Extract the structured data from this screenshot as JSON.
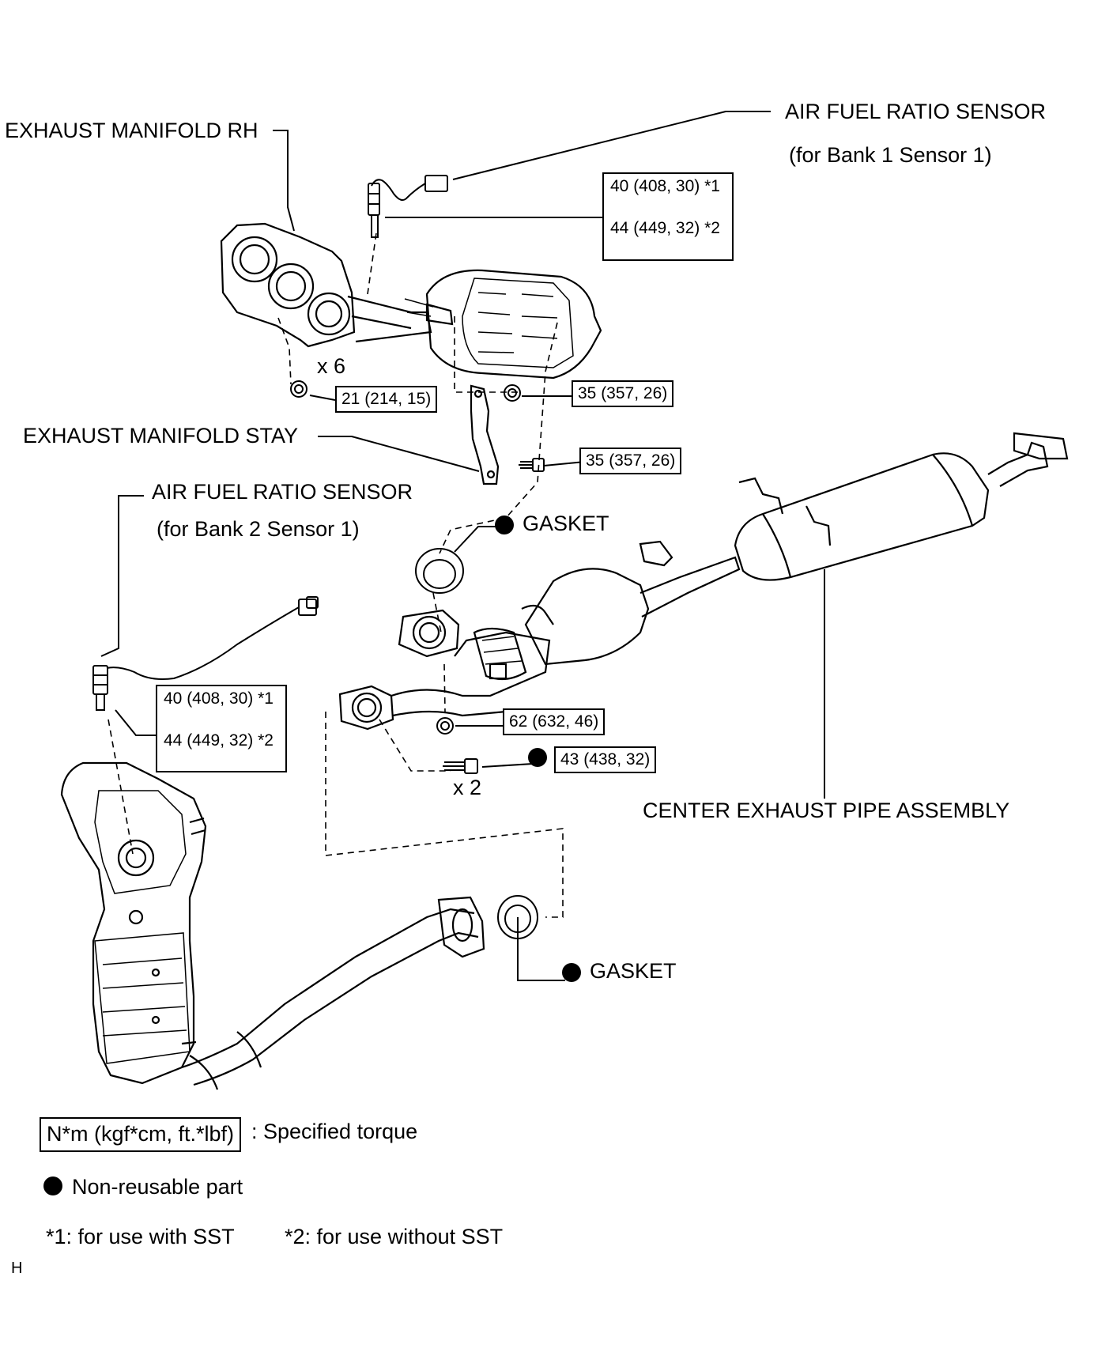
{
  "labels": {
    "exhaust_manifold_rh": "EXHAUST MANIFOLD RH",
    "af_sensor_b1": "AIR FUEL RATIO SENSOR",
    "af_sensor_b1_sub": "(for Bank 1 Sensor 1)",
    "exhaust_manifold_stay": "EXHAUST MANIFOLD STAY",
    "af_sensor_b2": "AIR FUEL RATIO SENSOR",
    "af_sensor_b2_sub": "(for Bank 2 Sensor 1)",
    "gasket_upper": "GASKET",
    "gasket_lower": "GASKET",
    "center_exhaust_pipe": "CENTER EXHAUST PIPE ASSEMBLY",
    "qty_x6": "x 6",
    "qty_x2": "x 2",
    "corner_mark": "H"
  },
  "torques": {
    "b1_sensor_sst": "40 (408, 30) *1",
    "b1_sensor_nosst": "44 (449, 32) *2",
    "manifold_nut": "21 (214, 15)",
    "stay_nut": "35 (357, 26)",
    "stay_bolt": "35 (357, 26)",
    "b2_sensor_sst": "40 (408, 30) *1",
    "b2_sensor_nosst": "44 (449, 32) *2",
    "pipe_nut": "62 (632, 46)",
    "pipe_bolt": "43 (438, 32)"
  },
  "legend": {
    "torque_unit": "N*m (kgf*cm, ft.*lbf)",
    "torque_desc": ": Specified torque",
    "nonreusable": "Non-reusable part",
    "note1": "*1: for use with SST",
    "note2": "*2: for use without SST"
  }
}
